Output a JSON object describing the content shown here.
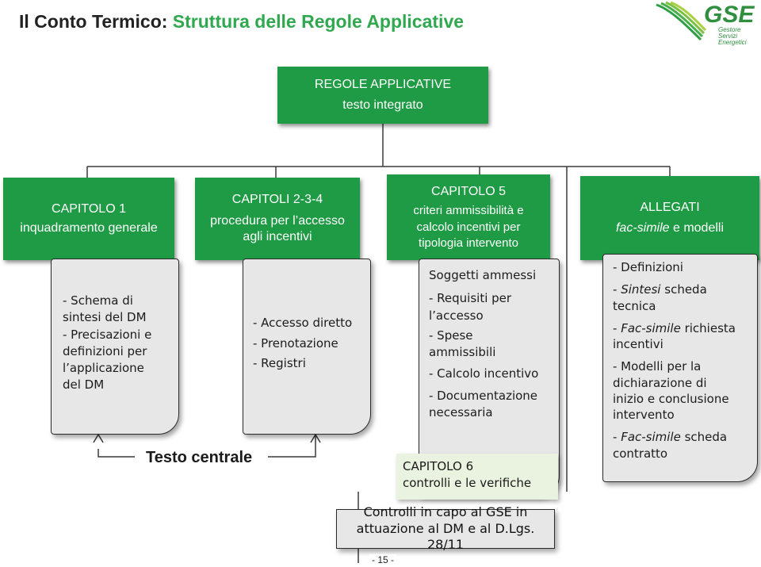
{
  "header": {
    "title_prefix": "Il Conto Termico: ",
    "title_accent": "Struttura delle Regole Applicative",
    "logo_text": "GSE",
    "logo_sub1": "Gestore",
    "logo_sub2": "Servizi",
    "logo_sub3": "Energetici"
  },
  "root": {
    "line1": "REGOLE APPLICATIVE",
    "line2": "testo integrato"
  },
  "chapters": [
    {
      "line1": "CAPITOLO 1",
      "line2": "inquadramento generale"
    },
    {
      "line1": "CAPITOLI 2-3-4",
      "line2": "procedura per  l’accesso",
      "line3": "agli incentivi"
    },
    {
      "line1": "CAPITOLO 5",
      "line2": "criteri ammissibilità e",
      "line3": "calcolo incentivi per",
      "line4": "tipologia intervento"
    },
    {
      "line1": "ALLEGATI",
      "line2_italic": "fac-simile",
      "line2_rest": " e modelli"
    }
  ],
  "details": {
    "cap1": [
      "- Schema di",
      "sintesi del DM",
      "- Precisazioni e",
      "definizioni per",
      "l’applicazione",
      "del DM"
    ],
    "cap234": [
      "- Accesso diretto",
      "- Prenotazione",
      "- Registri"
    ],
    "cap5": [
      "Soggetti ammessi",
      "- Requisiti per",
      "l’accesso",
      "- Spese",
      "ammissibili",
      "- Calcolo incentivo",
      "- Documentazione",
      "necessaria"
    ],
    "allegati": [
      {
        "pre": "- Definizioni",
        "it": "",
        "post": ""
      },
      {
        "pre": "- ",
        "it": "Sintesi",
        "post": " scheda"
      },
      {
        "pre": "tecnica",
        "it": "",
        "post": ""
      },
      {
        "pre": "- ",
        "it": "Fac-simile",
        "post": " richiesta"
      },
      {
        "pre": "incentivi",
        "it": "",
        "post": ""
      },
      {
        "pre": "- Modelli per la",
        "it": "",
        "post": ""
      },
      {
        "pre": "dichiarazione di",
        "it": "",
        "post": ""
      },
      {
        "pre": "inizio e conclusione",
        "it": "",
        "post": ""
      },
      {
        "pre": "intervento",
        "it": "",
        "post": ""
      },
      {
        "pre": "- ",
        "it": "Fac-simile",
        "post": " scheda"
      },
      {
        "pre": "contratto",
        "it": "",
        "post": ""
      }
    ]
  },
  "testo_centrale": "Testo centrale",
  "cap6": {
    "line1": "CAPITOLO 6",
    "line2": "controlli e le verifiche"
  },
  "controlli": {
    "line1": "Controlli in capo al GSE in",
    "line2": "attuazione al DM e al D.Lgs. 28/11"
  },
  "page_number": "- 15 -",
  "colors": {
    "green": "#1f9b45",
    "title_green": "#2fa84f",
    "grey_box": "#e7e7e7"
  }
}
